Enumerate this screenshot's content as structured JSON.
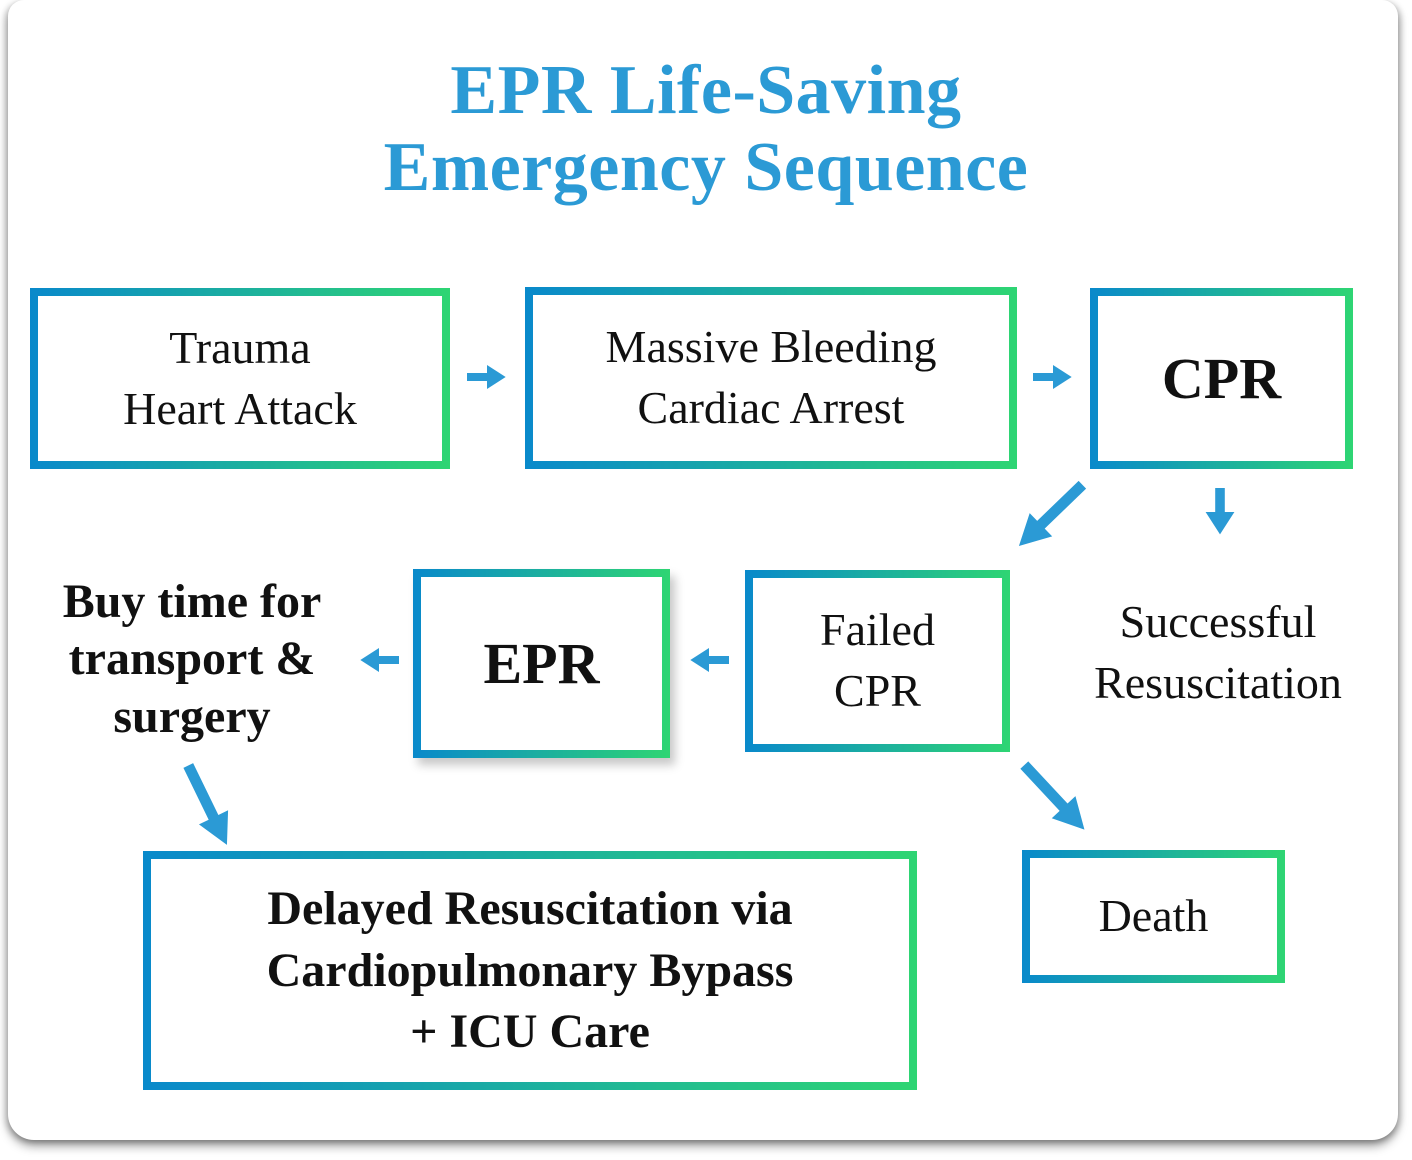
{
  "title": {
    "lines": [
      "EPR Life-Saving",
      "Emergency Sequence"
    ]
  },
  "nodes": {
    "trauma": {
      "lines": [
        "Trauma",
        "Heart Attack"
      ],
      "boxed": true,
      "emphasis": "normal"
    },
    "massive_bleeding": {
      "lines": [
        "Massive Bleeding",
        "Cardiac Arrest"
      ],
      "boxed": true,
      "emphasis": "normal"
    },
    "cpr": {
      "lines": [
        "CPR"
      ],
      "boxed": true,
      "emphasis": "bold"
    },
    "successful_resuscitation": {
      "lines": [
        "Successful",
        "Resuscitation"
      ],
      "boxed": false,
      "emphasis": "normal"
    },
    "failed_cpr": {
      "lines": [
        "Failed",
        "CPR"
      ],
      "boxed": true,
      "emphasis": "normal"
    },
    "epr": {
      "lines": [
        "EPR"
      ],
      "boxed": true,
      "emphasis": "bold"
    },
    "buy_time": {
      "lines": [
        "Buy time for",
        "transport &",
        "surgery"
      ],
      "boxed": false,
      "emphasis": "bold"
    },
    "delayed_resuscitation": {
      "lines": [
        "Delayed Resuscitation via",
        "Cardiopulmonary Bypass",
        "+ ICU Care"
      ],
      "boxed": true,
      "emphasis": "bold"
    },
    "death": {
      "lines": [
        "Death"
      ],
      "boxed": true,
      "emphasis": "normal"
    }
  },
  "flow": [
    {
      "from": "trauma",
      "to": "massive_bleeding",
      "direction": "right"
    },
    {
      "from": "massive_bleeding",
      "to": "cpr",
      "direction": "right"
    },
    {
      "from": "cpr",
      "to": "failed_cpr",
      "direction": "down-left"
    },
    {
      "from": "cpr",
      "to": "successful_resuscitation",
      "direction": "down"
    },
    {
      "from": "failed_cpr",
      "to": "epr",
      "direction": "left"
    },
    {
      "from": "epr",
      "to": "buy_time",
      "direction": "left"
    },
    {
      "from": "buy_time",
      "to": "delayed_resuscitation",
      "direction": "down-right"
    },
    {
      "from": "failed_cpr",
      "to": "death",
      "direction": "down-right"
    }
  ],
  "colors": {
    "title_blue": "#2B9AD5",
    "arrow_blue": "#2B9AD5",
    "box_border_gradient_start": "#0989CB",
    "box_border_gradient_end": "#2ED573",
    "text": "#111111",
    "card_background": "#FFFFFF"
  }
}
